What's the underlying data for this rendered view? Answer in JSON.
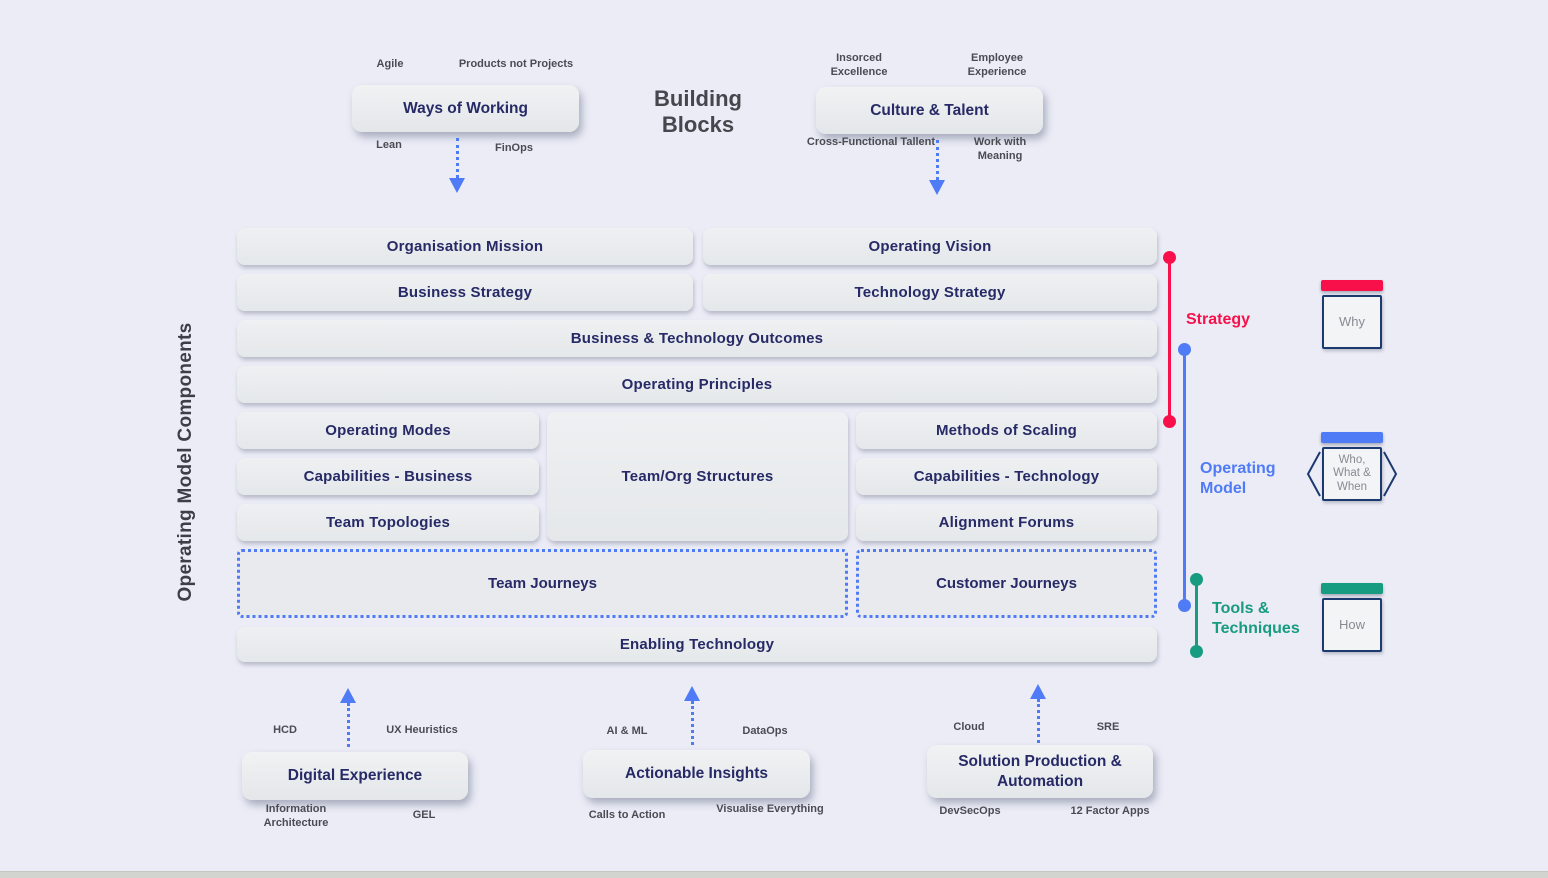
{
  "title": {
    "line1": "Building",
    "line2": "Blocks"
  },
  "left_axis_label": "Operating Model Components",
  "colors": {
    "red": "#F8104B",
    "blue": "#4F7BF7",
    "green": "#179B81",
    "navy": "#272A66"
  },
  "building_blocks": {
    "ways_of_working": {
      "label": "Ways of Working",
      "top_left": "Agile",
      "top_right": "Products not Projects",
      "bottom_left": "Lean",
      "bottom_right": "FinOps"
    },
    "culture_talent": {
      "label": "Culture & Talent",
      "top_left": "Insorced Excellence",
      "top_right": "Employee Experience",
      "bottom_left": "Cross-Functional Tallent",
      "bottom_right": "Work with Meaning"
    }
  },
  "stack": {
    "organisation_mission": "Organisation Mission",
    "operating_vision": "Operating Vision",
    "business_strategy": "Business Strategy",
    "technology_strategy": "Technology Strategy",
    "business_technology_outcomes": "Business & Technology Outcomes",
    "operating_principles": "Operating Principles",
    "operating_modes": "Operating Modes",
    "capabilities_business": "Capabilities - Business",
    "team_topologies": "Team Topologies",
    "team_org_structures": "Team/Org Structures",
    "methods_of_scaling": "Methods of Scaling",
    "capabilities_technology": "Capabilities - Technology",
    "alignment_forums": "Alignment Forums",
    "team_journeys": "Team Journeys",
    "customer_journeys": "Customer Journeys",
    "enabling_technology": "Enabling Technology"
  },
  "groups": {
    "strategy": {
      "label": "Strategy",
      "color": "#F8104B",
      "card_label": "Why"
    },
    "operating_model": {
      "label": "Operating Model",
      "color": "#4F7BF7",
      "card_line1": "Who,",
      "card_line2": "What &",
      "card_line3": "When"
    },
    "tools_techniques": {
      "label": "Tools & Techniques",
      "color": "#179B81",
      "card_label": "How"
    }
  },
  "enablers": {
    "digital_experience": {
      "label": "Digital Experience",
      "top_left": "HCD",
      "top_right": "UX Heuristics",
      "bottom_left": "Information Architecture",
      "bottom_right": "GEL"
    },
    "actionable_insights": {
      "label": "Actionable Insights",
      "top_left": "AI & ML",
      "top_right": "DataOps",
      "bottom_left": "Calls to Action",
      "bottom_right": "Visualise Everything"
    },
    "solution_production": {
      "label": "Solution Production & Automation",
      "top_left": "Cloud",
      "top_right": "SRE",
      "bottom_left": "DevSecOps",
      "bottom_right": "12 Factor Apps"
    }
  }
}
